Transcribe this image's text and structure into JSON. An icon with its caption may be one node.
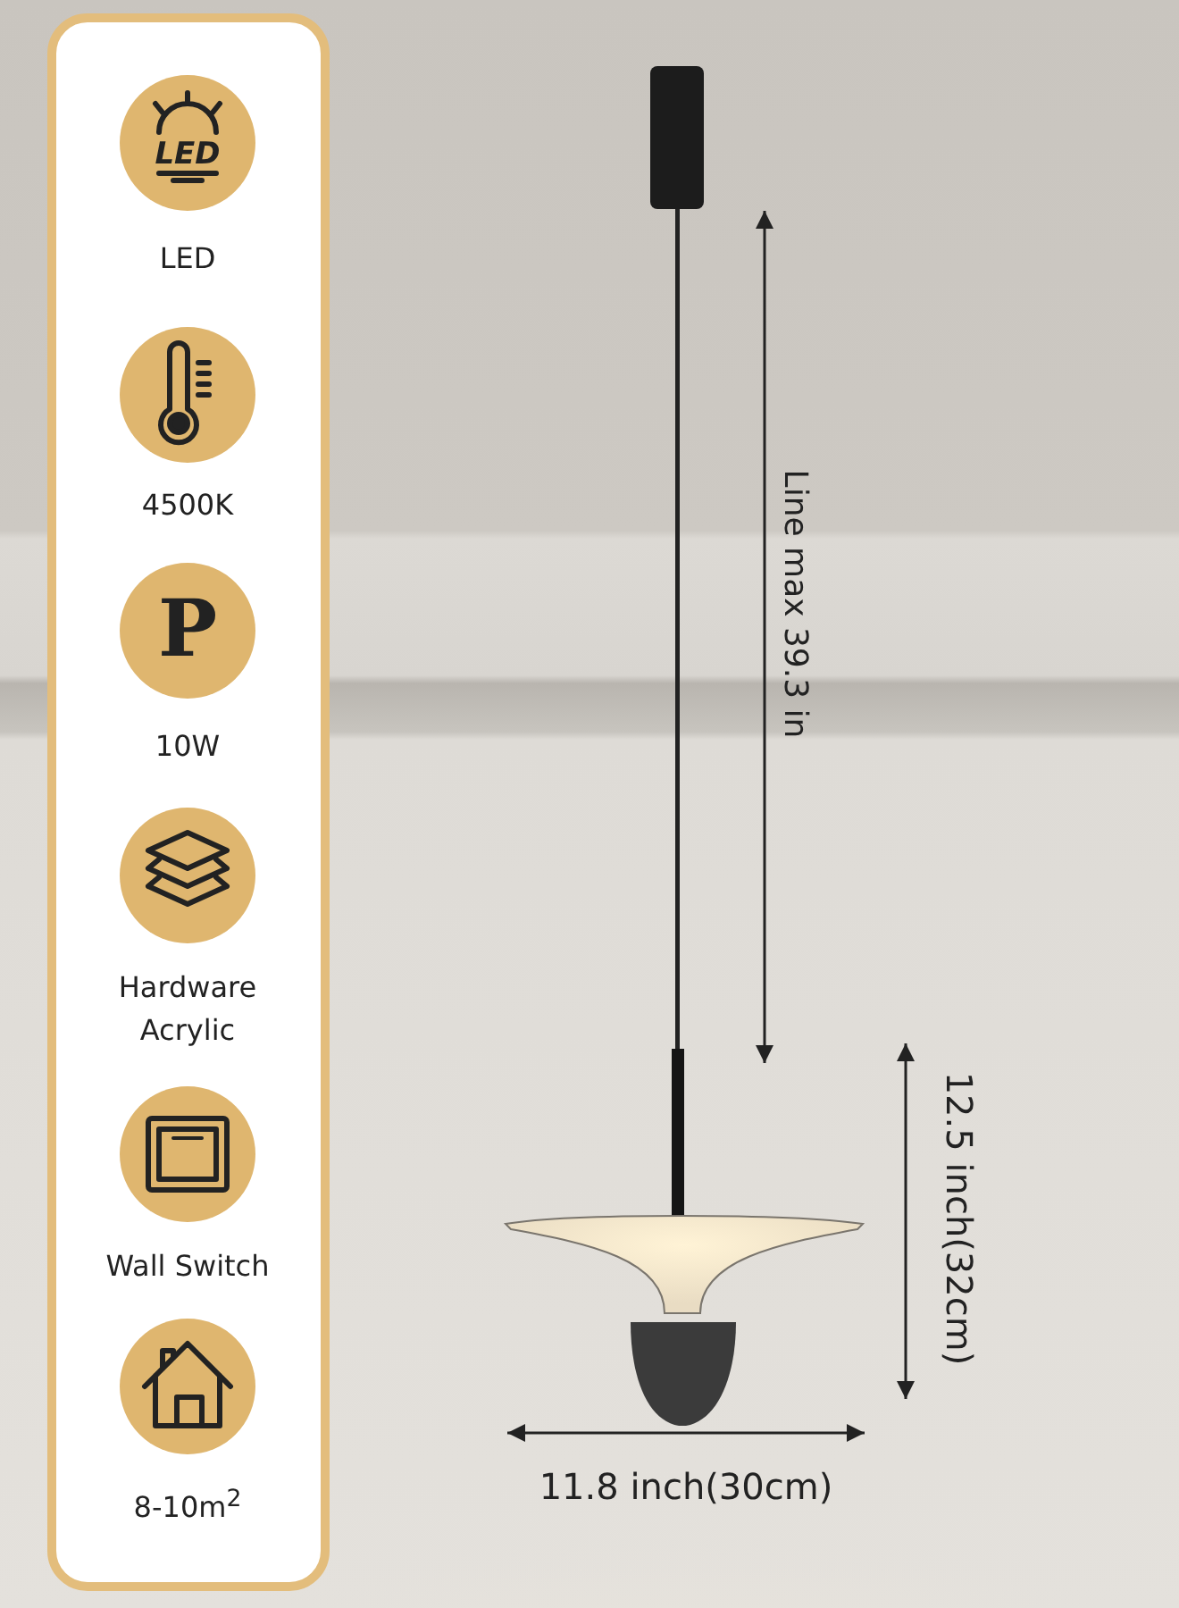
{
  "diagram": {
    "labels": [
      "LED",
      "LED",
      "4500K",
      "P",
      "10W",
      "Hardware Acrylic",
      "Wall Switch",
      "8-10m$^{2}$",
      "Line max 39.3 in",
      "12.5 inch(32cm)",
      "11.8 inch(30cm)"
    ]
  }
}
